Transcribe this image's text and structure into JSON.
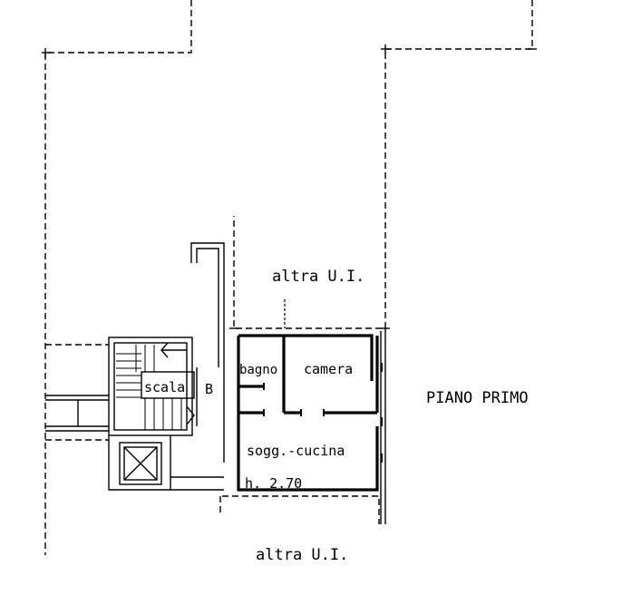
{
  "labels": {
    "altra_top": "altra U.I.",
    "altra_bottom": "altra U.I.",
    "scala": "scala",
    "b": "B",
    "bagno": "bagno",
    "camera": "camera",
    "soggiorno": "sogg.-cucina",
    "height": "h. 2.70",
    "floor": "PIANO PRIMO"
  }
}
